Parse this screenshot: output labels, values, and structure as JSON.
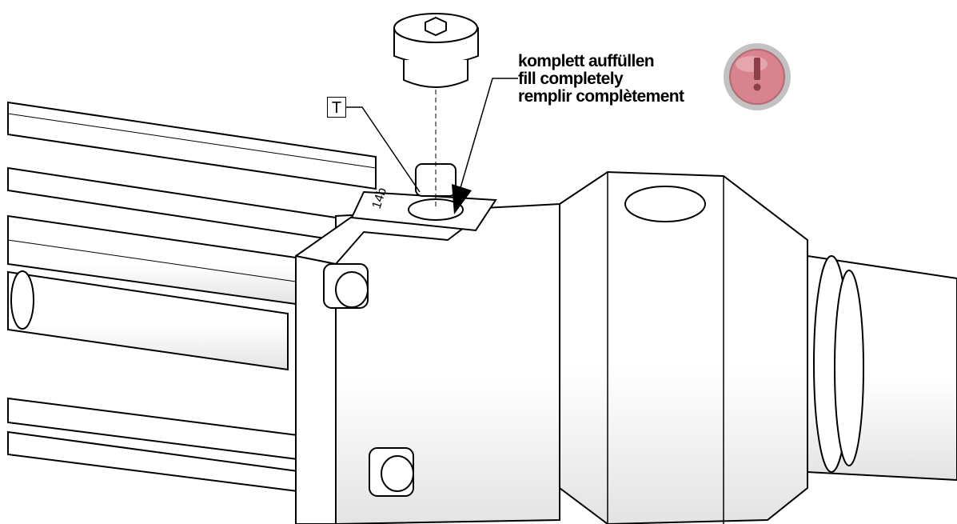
{
  "instruction": {
    "lines": [
      "komplett auffüllen",
      "fill completely",
      "remplir complètement"
    ]
  },
  "labels": {
    "part_marker": "T",
    "stamp": "14b"
  },
  "icons": {
    "warning": "exclamation-warning-icon"
  },
  "colors": {
    "warning_fill": "#d9838e",
    "warning_ring": "#c2c2c2",
    "line": "#000000",
    "shade": "#e6e6e6"
  }
}
